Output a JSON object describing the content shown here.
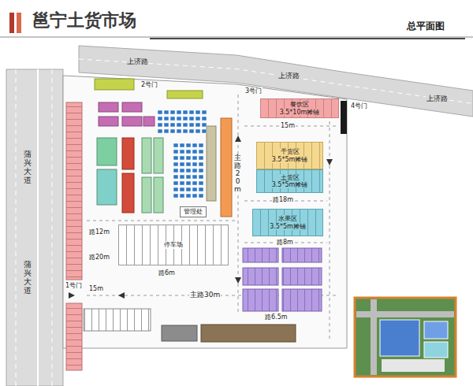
{
  "diagram": {
    "title": "邕宁土货市场",
    "nodes": [
      {
        "text": [
          "餐饮区",
          "3.5*10m摊铺"
        ]
      },
      {
        "text": [
          "干货区",
          "3.5*5m摊铺"
        ]
      },
      {
        "text": [
          "土货区",
          "3.5*5m摊铺"
        ]
      },
      {
        "text": [
          "水果区",
          "3.5*5m摊铺"
        ]
      },
      {
        "text": [
          "停车场"
        ]
      },
      {
        "text": [
          "管理处"
        ]
      }
    ],
    "labels": [
      "总平面图",
      "上济路",
      "上济路",
      "上济路",
      "蒲兴大道",
      "蒲兴大道",
      "2号门",
      "3号门",
      "4号门",
      "1号门",
      "主路20m",
      "主路30m",
      "路12m",
      "路20m",
      "路8m",
      "路6m",
      "路6.5m",
      "15m",
      "路18m",
      "15m"
    ]
  }
}
